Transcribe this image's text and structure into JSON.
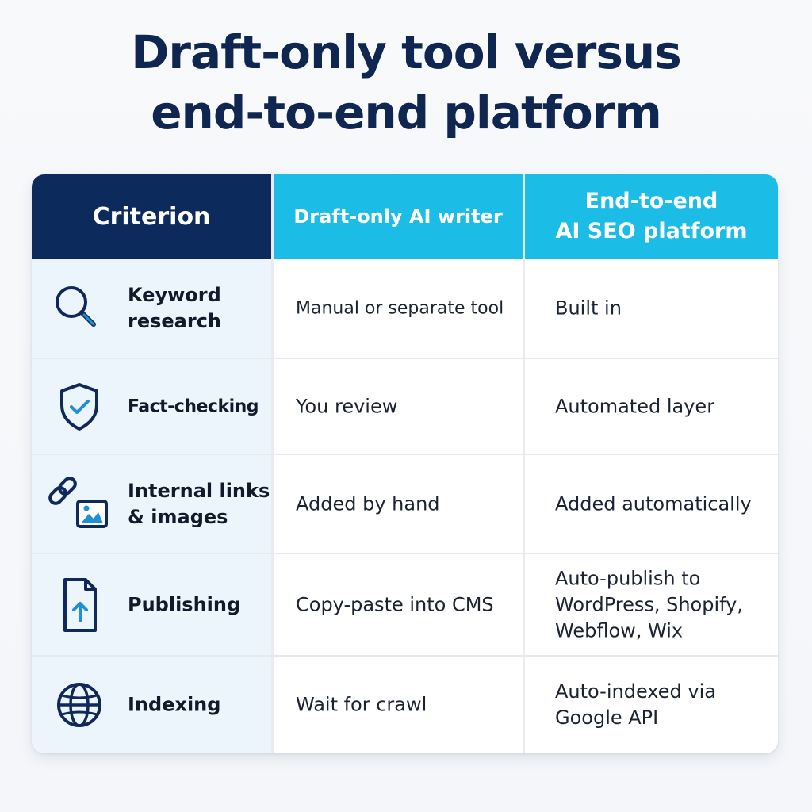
{
  "title": {
    "line1": "Draft-only tool versus",
    "line2": "end-to-end platform"
  },
  "table": {
    "headers": {
      "criterion": "Criterion",
      "draft_only": "Draft-only AI writer",
      "end_to_end_line1": "End-to-end",
      "end_to_end_line2": "AI SEO platform"
    },
    "rows": [
      {
        "icon": "search-icon",
        "criterion_lines": [
          "Keyword",
          "research"
        ],
        "draft_only": "Manual or separate tool",
        "end_to_end": "Built in"
      },
      {
        "icon": "shield-check-icon",
        "criterion_lines": [
          "Fact-checking"
        ],
        "draft_only": "You review",
        "end_to_end": "Automated layer"
      },
      {
        "icon": "link-image-icon",
        "criterion_lines": [
          "Internal links",
          "& images"
        ],
        "draft_only": "Added by hand",
        "end_to_end": "Added automatically"
      },
      {
        "icon": "document-upload-icon",
        "criterion_lines": [
          "Publishing"
        ],
        "draft_only": "Copy-paste into CMS",
        "end_to_end_lines": [
          "Auto-publish to",
          "WordPress, Shopify,",
          "Webflow, Wix"
        ]
      },
      {
        "icon": "globe-icon",
        "criterion_lines": [
          "Indexing"
        ],
        "draft_only": "Wait for crawl",
        "end_to_end_lines": [
          "Auto-indexed via",
          "Google API"
        ]
      }
    ]
  },
  "colors": {
    "title": "#0f2650",
    "header_dark": "#0d2a5c",
    "header_cyan": "#1bbde6",
    "criterion_bg": "#ecf5fb",
    "icon_navy": "#10295a",
    "icon_blue": "#1f8fd6"
  }
}
